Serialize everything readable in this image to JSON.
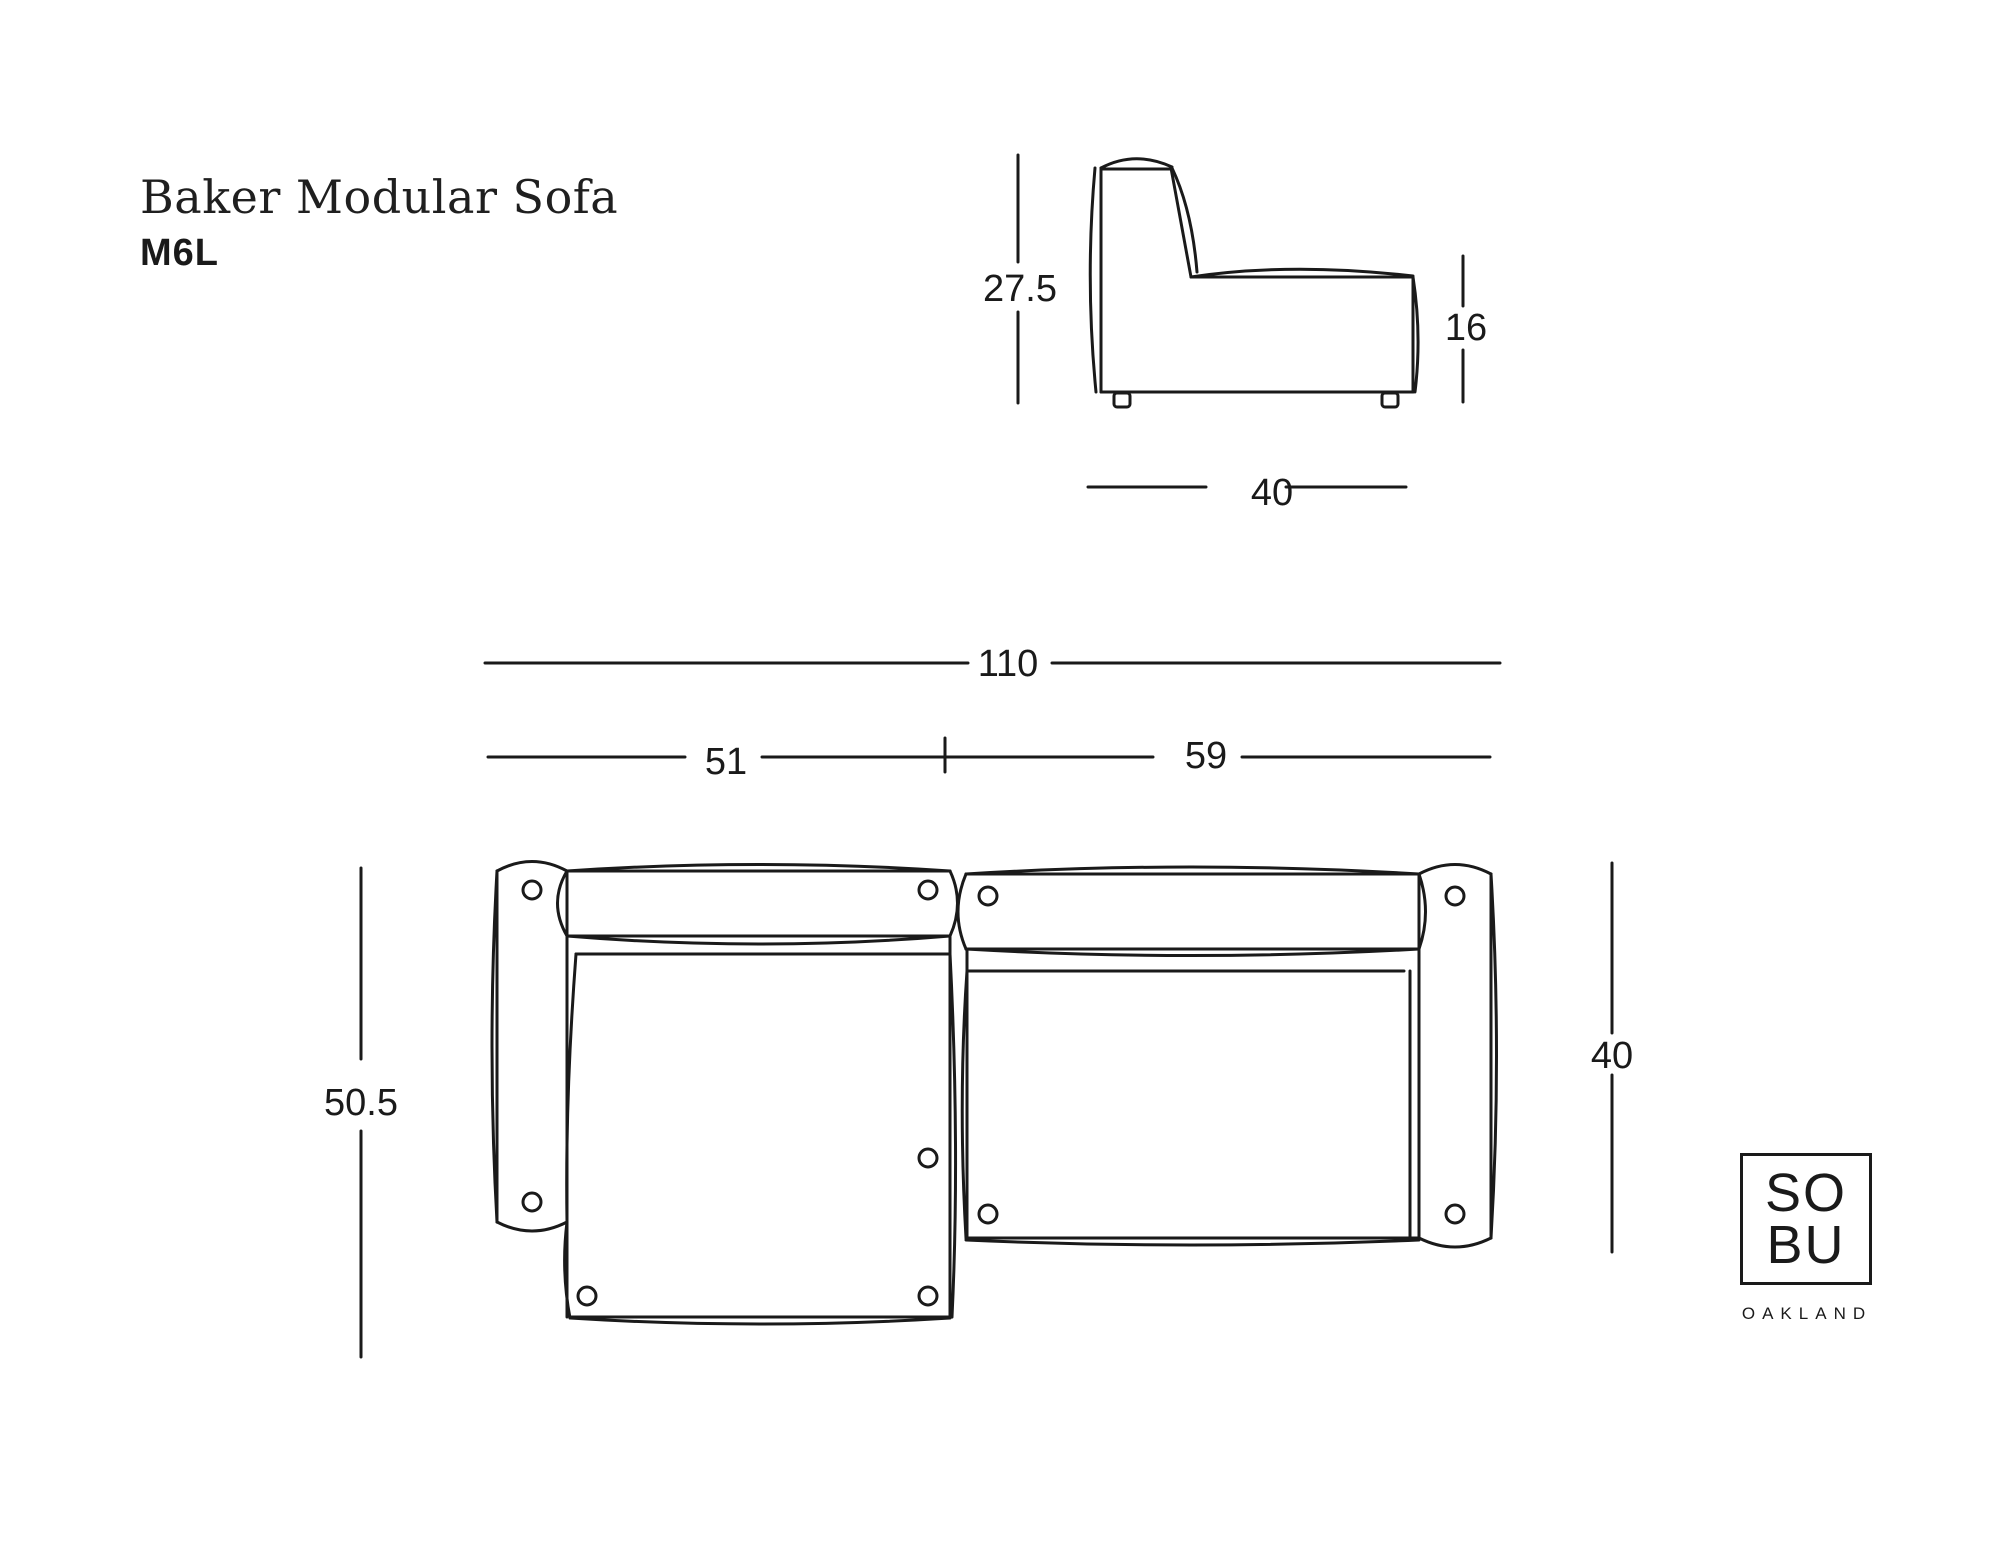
{
  "header": {
    "product_name": "Baker Modular Sofa",
    "model_code": "M6L"
  },
  "side_view": {
    "total_height": "27.5",
    "seat_height": "16",
    "depth": "40"
  },
  "top_view": {
    "total_width": "110",
    "left_section_width": "51",
    "right_section_width": "59",
    "chaise_depth": "50.5",
    "sofa_depth": "40"
  },
  "logo": {
    "line1": "SO",
    "line2": "BU",
    "subtitle": "OAKLAND"
  },
  "colors": {
    "line": "#1a1a1a",
    "background": "#ffffff"
  }
}
